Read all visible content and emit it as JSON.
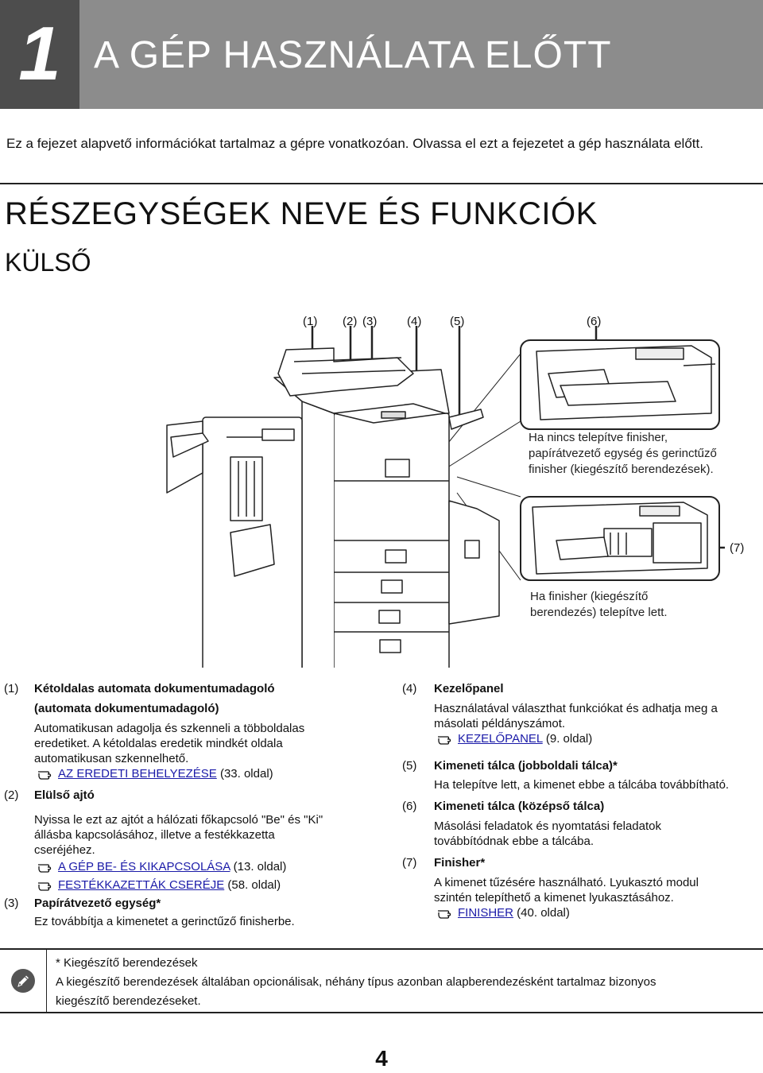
{
  "chapter": {
    "number": "1",
    "title": "A GÉP HASZNÁLATA ELŐTT"
  },
  "intro": "Ez a fejezet alapvető információkat tartalmaz a gépre vonatkozóan. Olvassa el ezt a fejezetet a gép használata előtt.",
  "section_title": "RÉSZEGYSÉGEK NEVE ÉS FUNKCIÓK",
  "subsection_title": "KÜLSŐ",
  "callouts": [
    "(1)",
    "(2)",
    "(3)",
    "(4)",
    "(5)",
    "(6)",
    "(7)"
  ],
  "caption_no_finisher": [
    "Ha nincs telepítve finisher,",
    "papírátvezető egység és gerinctűző",
    "finisher (kiegészítő berendezések)."
  ],
  "caption_finisher": [
    "Ha finisher (kiegészítő",
    "berendezés) telepítve lett."
  ],
  "left_items": [
    {
      "num": "(1)",
      "head": "Kétoldalas automata dokumentumadagoló",
      "head2": "(automata dokumentumadagoló)",
      "body": [
        "Automatikusan adagolja és szkenneli a többoldalas",
        "eredetiket. A kétoldalas eredetik mindkét oldala",
        "automatikusan szkennelhető."
      ],
      "refs": [
        {
          "link": "AZ EREDETI BEHELYEZÉSE",
          "page": " (33. oldal)"
        }
      ]
    },
    {
      "num": "(2)",
      "head": "Elülső ajtó",
      "body": [
        "Nyissa le ezt az ajtót a hálózati főkapcsoló \"Be\" és \"Ki\"",
        "állásba kapcsolásához, illetve a festékkazetta",
        "cseréjéhez."
      ],
      "refs": [
        {
          "link": "A GÉP BE- ÉS KIKAPCSOLÁSA",
          "page": " (13. oldal)"
        },
        {
          "link": "FESTÉKKAZETTÁK CSERÉJE",
          "page": " (58. oldal)"
        }
      ]
    },
    {
      "num": "(3)",
      "head": "Papírátvezető egység*",
      "body": [
        "Ez továbbítja a kimenetet a gerinctűző finisherbe."
      ]
    }
  ],
  "right_items": [
    {
      "num": "(4)",
      "head": "Kezelőpanel",
      "body": [
        "Használatával választhat funkciókat és adhatja meg a",
        "másolati példányszámot."
      ],
      "refs": [
        {
          "link": "KEZELŐPANEL",
          "page": " (9. oldal)"
        }
      ]
    },
    {
      "num": "(5)",
      "head": "Kimeneti tálca (jobboldali tálca)*",
      "body": [
        "Ha telepítve lett, a kimenet ebbe a tálcába továbbítható."
      ]
    },
    {
      "num": "(6)",
      "head": "Kimeneti tálca (középső tálca)",
      "body": [
        "Másolási feladatok és nyomtatási feladatok",
        "továbbítódnak ebbe a tálcába."
      ]
    },
    {
      "num": "(7)",
      "head": "Finisher*",
      "body": [
        "A kimenet tűzésére használható. Lyukasztó modul",
        "szintén telepíthető a kimenet lyukasztásához."
      ],
      "refs": [
        {
          "link": "FINISHER",
          "page": " (40. oldal)"
        }
      ]
    }
  ],
  "note": {
    "title": "* Kiegészítő berendezések",
    "lines": [
      "A kiegészítő berendezések általában opcionálisak, néhány típus azonban alapberendezésként tartalmaz bizonyos",
      "kiegészítő berendezéseket."
    ]
  },
  "page_number": "4"
}
